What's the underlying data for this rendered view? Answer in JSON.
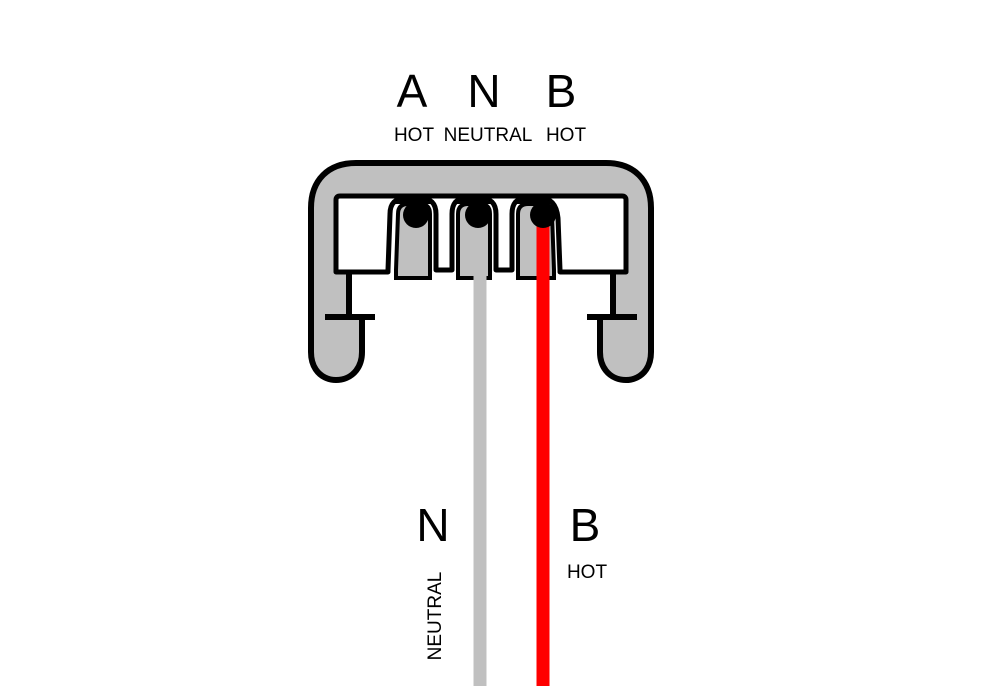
{
  "top_labels": {
    "a": {
      "letter": "A",
      "desc": "HOT"
    },
    "n": {
      "letter": "N",
      "desc": "NEUTRAL"
    },
    "b": {
      "letter": "B",
      "desc": "HOT"
    }
  },
  "bottom_labels": {
    "n": {
      "letter": "N",
      "desc": "NEUTRAL"
    },
    "b": {
      "letter": "B",
      "desc": "HOT"
    }
  },
  "colors": {
    "track_fill": "#c0c0c0",
    "outline": "#000000",
    "neutral_wire": "#c0c0c0",
    "hot_wire": "#ff0000",
    "contact": "#000000",
    "background": "#ffffff"
  }
}
